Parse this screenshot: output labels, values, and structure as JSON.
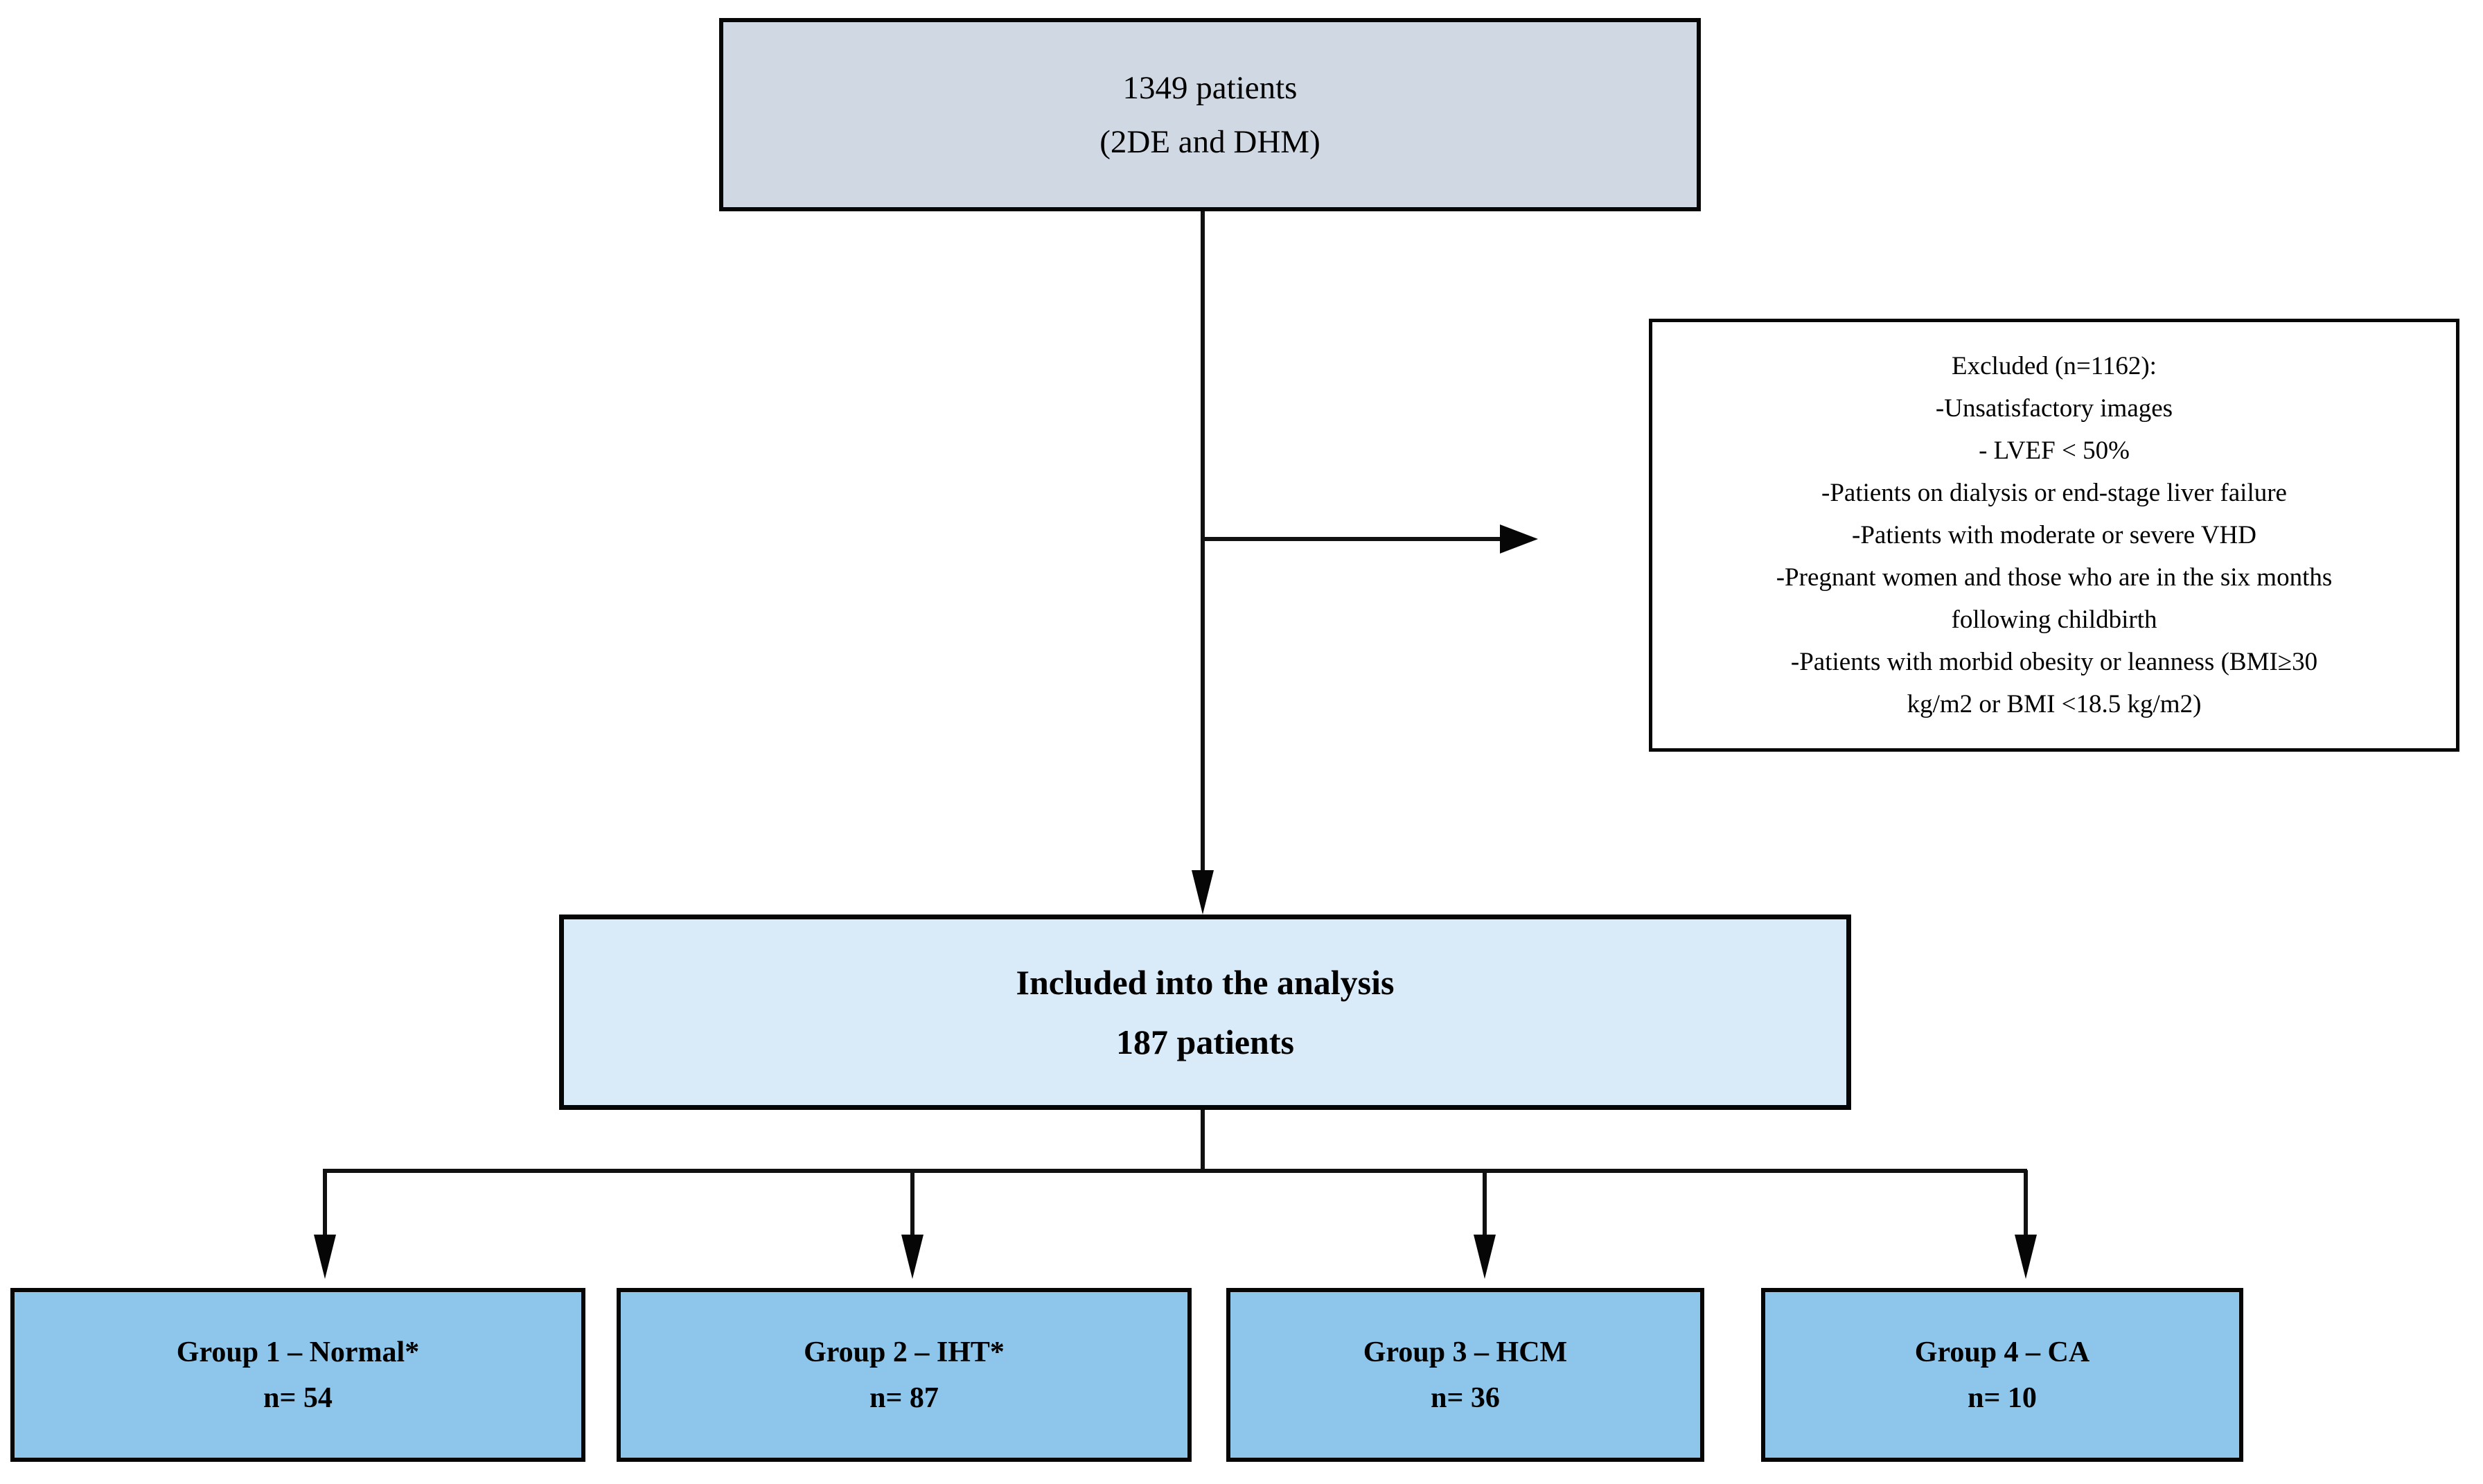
{
  "flowchart": {
    "top_box": {
      "line1": "1349 patients",
      "line2": "(2DE and DHM)"
    },
    "excluded_box": {
      "lines": [
        "Excluded (n=1162):",
        "-Unsatisfactory images",
        "- LVEF < 50%",
        "-Patients on dialysis or end-stage liver failure",
        "-Patients with moderate or severe VHD",
        "-Pregnant women and those who are in the six months",
        "following childbirth",
        "-Patients with morbid obesity or leanness (BMI≥30",
        "kg/m2 or BMI <18.5 kg/m2)"
      ]
    },
    "included_box": {
      "line1": "Included into the analysis",
      "line2": "187 patients"
    },
    "groups": [
      {
        "label": "Group 1 – Normal*",
        "n": "n= 54"
      },
      {
        "label": "Group 2 – IHT*",
        "n": "n= 87"
      },
      {
        "label": "Group 3 – HCM",
        "n": "n= 36"
      },
      {
        "label": "Group 4 – CA",
        "n": "n= 10"
      }
    ],
    "colors": {
      "top_box_fill": "#d0d9e3",
      "included_box_fill": "#d9eaf9",
      "group_box_fill": "#8dc6ea",
      "excluded_box_fill": "#ffffff",
      "border": "#060606"
    }
  }
}
